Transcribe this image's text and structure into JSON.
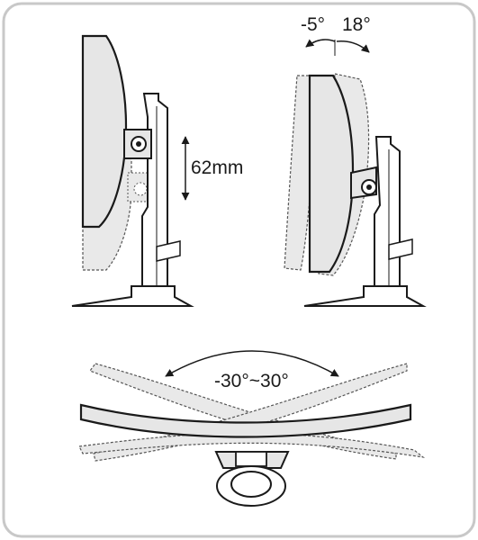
{
  "labels": {
    "height_adjust": "62mm",
    "tilt_forward": "-5°",
    "tilt_back": "18°",
    "swivel_range": "-30°~30°"
  },
  "colors": {
    "frame_border": "#c8c8c8",
    "screen_fill": "#e6e6e6",
    "ghost_fill": "#e9e9e9",
    "line": "#1a1a1a"
  }
}
